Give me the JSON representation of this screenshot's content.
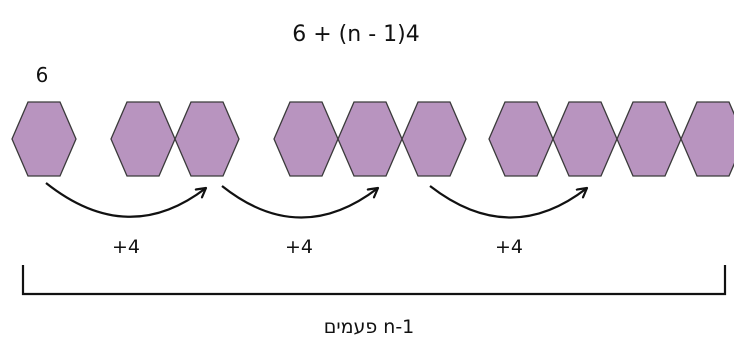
{
  "formula": "6 + (n - 1)4",
  "first_group_label": "6",
  "step_labels": [
    "+4",
    "+4",
    "+4"
  ],
  "bracket_label": "n-1 פעמים",
  "groups_hexagon_counts": [
    1,
    2,
    3,
    4
  ],
  "colors": {
    "hex_fill": "#b894bf",
    "hex_stroke": "#3a3a3a",
    "line": "#111111",
    "text": "#111111",
    "background": "#ffffff"
  }
}
